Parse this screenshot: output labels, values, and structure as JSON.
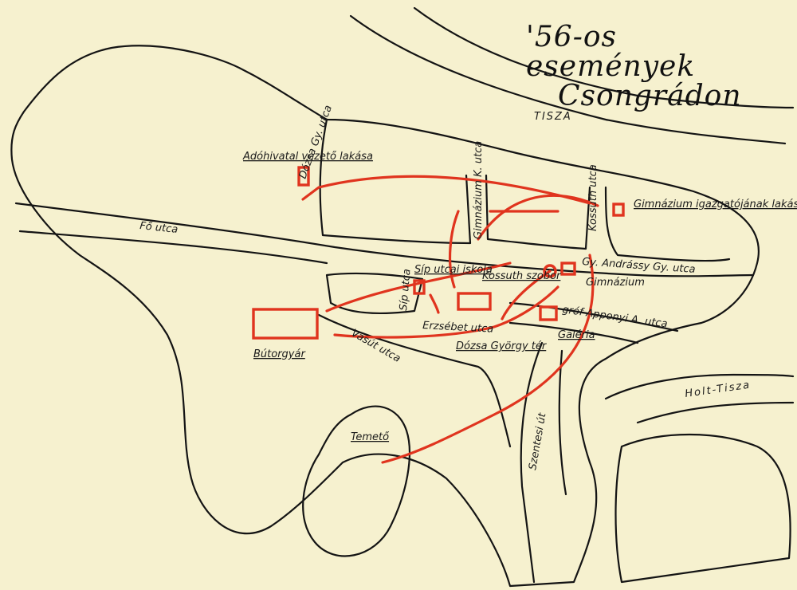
{
  "title": {
    "line1": "'56-os",
    "line2": "események",
    "line3": "Csongrádon"
  },
  "rivers": {
    "tisza": "TISZA",
    "holt_tisza": "Holt-Tisza"
  },
  "streets": {
    "fo_utca": "Fő utca",
    "dozsa": "Dózsa Gy. utca",
    "gimnazium_k_utca": "Gimnázium K. utca",
    "kossuth_side": "Kossuth utca",
    "andrassy": "Gy. Andrássy Gy. utca",
    "apponyi": "gróf Apponyi A. utca",
    "sip_utca": "Síp utca",
    "erzsebet": "Erzsébet utca",
    "vasut": "Vasút utca",
    "szentesi": "Szentesi út"
  },
  "places": {
    "adohivatal": "Adóhivatal vezető lakása",
    "gimnazium_igazgato": "Gimnázium igazgatójának lakása",
    "sip_utcai_iskola": "Síp utcai iskola",
    "kossuth_szobor": "Kossuth szobor",
    "gimnazium": "Gimnázium",
    "galeria": "Galéria",
    "dozsa_ter": "Dózsa György tér",
    "butorgyar": "Bútorgyár",
    "temeto": "Temető"
  },
  "colors": {
    "ink": "#141414",
    "route": "#e0341e",
    "paper": "#f6f1cf"
  }
}
